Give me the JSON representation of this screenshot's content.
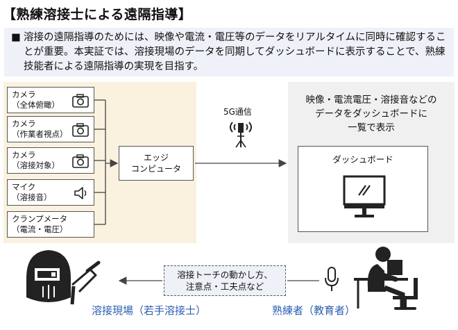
{
  "title": "【熟練溶接士による遠隔指導】",
  "intro": {
    "bullet": "■",
    "text": "溶接の遠隔指導のためには、映像や電流・電圧等のデータをリアルタイムに同時に確認することが重要。本実証では、溶接現場のデータを同期してダッシュボードに表示することで、熟練技能者による遠隔指導の実現を目指す。"
  },
  "sources": [
    {
      "line1": "カメラ",
      "line2": "（全体俯瞰）",
      "icon": "camera-icon"
    },
    {
      "line1": "カメラ",
      "line2": "（作業者視点）",
      "icon": "camera-icon"
    },
    {
      "line1": "カメラ",
      "line2": "（溶接対象）",
      "icon": "camera-icon"
    },
    {
      "line1": "マイク",
      "line2": "（溶接音）",
      "icon": "speaker-icon"
    },
    {
      "line1": "クランプメータ",
      "line2": "（電流・電圧）",
      "icon": ""
    }
  ],
  "edge": {
    "line1": "エッジ",
    "line2": "コンピュータ"
  },
  "network": {
    "label": "5G通信",
    "icon": "antenna-icon"
  },
  "destination": {
    "line1": "映像・電流電圧・溶接音などの",
    "line2": "データをダッシュボードに",
    "line3": "一覧で表示",
    "dashboard_label": "ダッシュボード",
    "icon": "monitor-icon"
  },
  "guidance": {
    "line1": "溶接トーチの動かし方、",
    "line2": "注意点・工夫点など"
  },
  "site_label": "溶接現場（若手溶接士）",
  "expert_label": "熟練者（教育者）",
  "colors": {
    "accent_blue": "#2b5fb0",
    "source_panel": "#faf1df",
    "dest_panel": "#f0f0f0",
    "intro_bg": "#eef1f7"
  }
}
